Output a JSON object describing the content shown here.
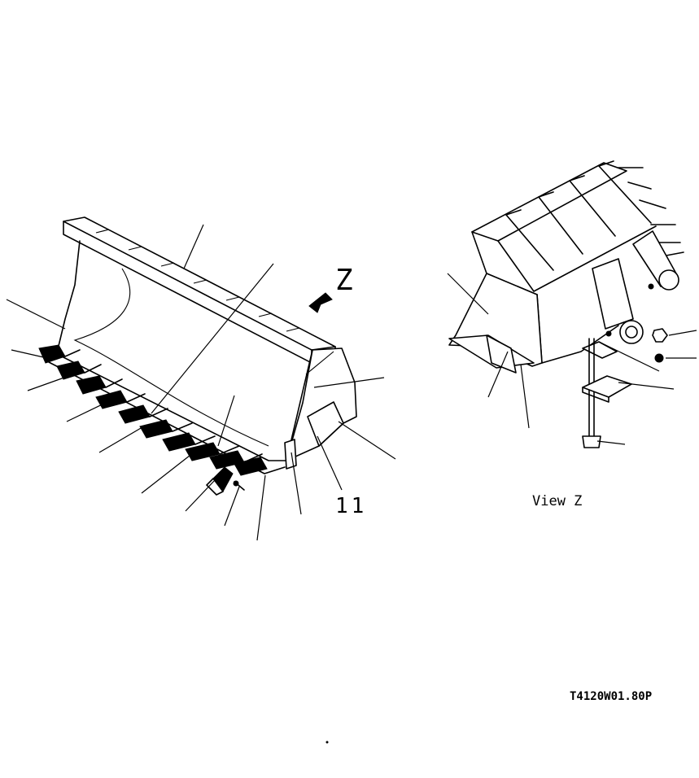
{
  "view_marker": "Z",
  "part_number_label": "11",
  "view_caption": "View Z",
  "drawing_code": "T4120W01.80P"
}
